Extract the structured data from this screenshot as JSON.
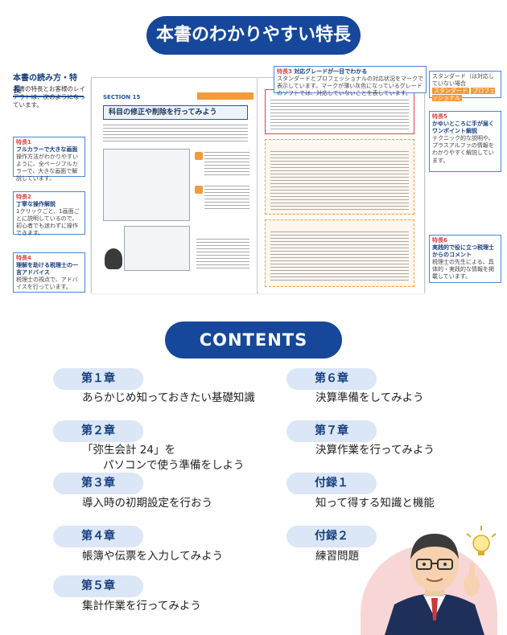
{
  "header": {
    "title": "本書のわかりやすい特長"
  },
  "preview": {
    "heading": "本書の読み方・特長",
    "intro": "本書の特長とお客様のレイアウトは、次のようになっています。",
    "section_label": "SECTION 15",
    "section_title": "科目の修正や削除を行ってみよう",
    "features": [
      {
        "no": "特長1",
        "title": "フルカラーで大きな画面",
        "desc": "操作方法がわかりやすいように、全ページフルカラーで、大きな画面で解説しています。"
      },
      {
        "no": "特長2",
        "title": "丁寧な操作解説",
        "desc": "1クリックごと、1画面ごとに説明しているので、初心者でも迷わずに操作できます。"
      },
      {
        "no": "特長3",
        "title": "対応グレードが一目でわかる",
        "desc": "スタンダードとプロフェッショナルの対応状況をマークで表示しています。マークが薄い灰色になっているグレードのソフトでは、対応していないことを表しています。"
      },
      {
        "no": "特長4",
        "title": "理解を助ける税理士の一言アドバイス",
        "desc": "税理士の視点で、アドバイスを行っています。"
      },
      {
        "no": "特長5",
        "title": "かゆいところに手が届くワンポイント解説",
        "desc": "テクニック的な説明や、プラスアルファの情報をわかりやすく解説しています。"
      },
      {
        "no": "特長6",
        "title": "実践的で役に立つ税理士からのコメント",
        "desc": "税理士の先生による、具体的・実践的な情報を掲載しています。"
      }
    ],
    "grade_note": "スタンダード（は対応していない場合",
    "grade_labels": [
      "スタンダード",
      "プロフェッショナル"
    ]
  },
  "contents": {
    "title": "CONTENTS",
    "chapters": [
      {
        "label": "第１章",
        "title": [
          "あらかじめ知っておきたい基礎知識"
        ]
      },
      {
        "label": "第２章",
        "title": [
          "「弥生会計 24」を",
          "パソコンで使う準備をしよう"
        ]
      },
      {
        "label": "第３章",
        "title": [
          "導入時の初期設定を行おう"
        ]
      },
      {
        "label": "第４章",
        "title": [
          "帳簿や伝票を入力してみよう"
        ]
      },
      {
        "label": "第５章",
        "title": [
          "集計作業を行ってみよう"
        ]
      },
      {
        "label": "第６章",
        "title": [
          "決算準備をしてみよう"
        ]
      },
      {
        "label": "第７章",
        "title": [
          "決算作業を行ってみよう"
        ]
      },
      {
        "label": "付録１",
        "title": [
          "知って得する知識と機能"
        ]
      },
      {
        "label": "付録２",
        "title": [
          "練習問題"
        ]
      }
    ]
  },
  "colors": {
    "accent": "#16479a",
    "chip": "#dbe6f6",
    "orange": "#f39a3b",
    "red": "#e04343"
  },
  "icons": {
    "mascot": "accountant-avatar",
    "bulb": "lightbulb-icon"
  }
}
